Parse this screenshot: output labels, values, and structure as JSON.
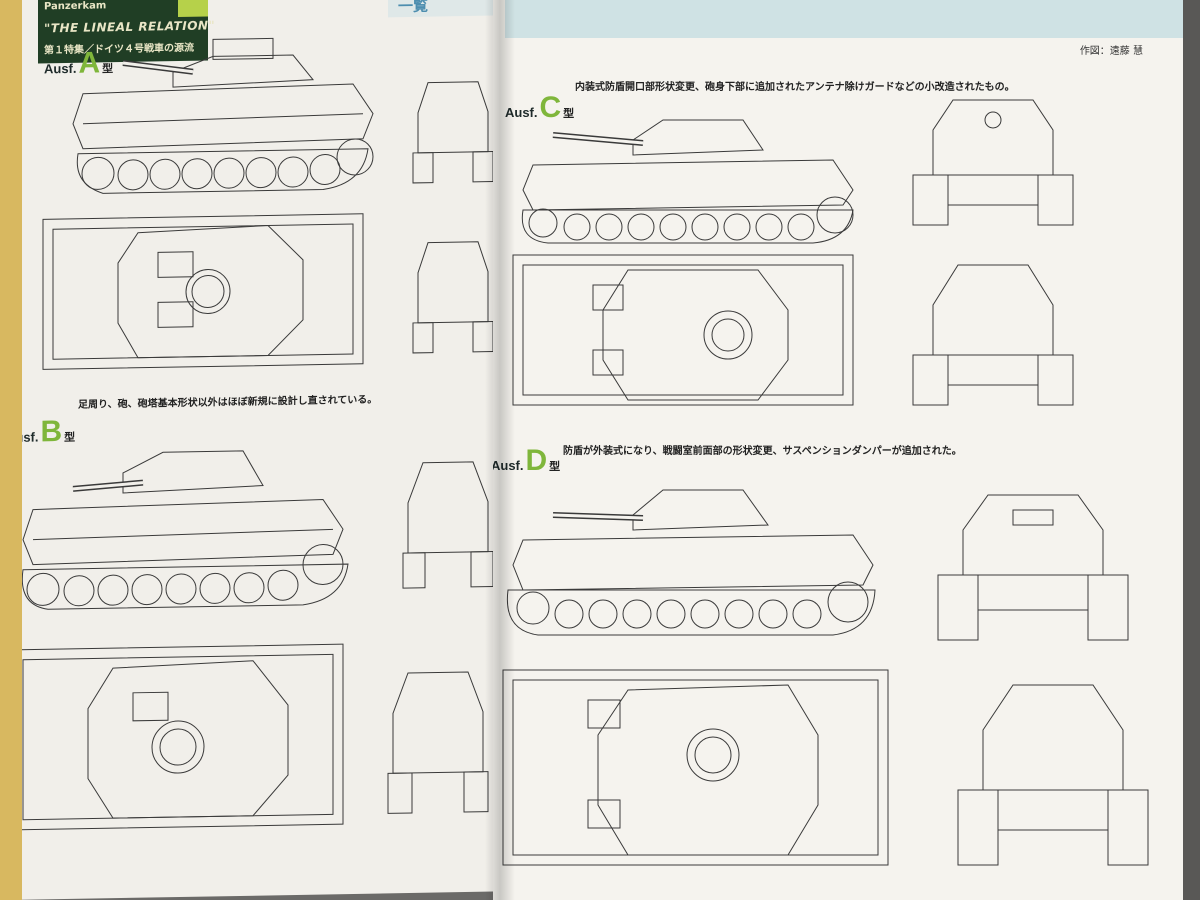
{
  "header": {
    "series_label": "Panzerkam",
    "subtitle": "\"THE LINEAL RELATION\"",
    "chapter": "第１特集／ドイツ４号戦車の源流",
    "title_fragment": "一覧"
  },
  "credit": "作図：遠藤 慧",
  "variants": [
    {
      "prefix": "Ausf.",
      "letter": "A",
      "suffix": "型",
      "description": ""
    },
    {
      "prefix": "Ausf.",
      "letter": "B",
      "suffix": "型",
      "description": "足周り、砲、砲塔基本形状以外はほぼ新規に設計し直されている。"
    },
    {
      "prefix": "Ausf.",
      "letter": "C",
      "suffix": "型",
      "description": "内装式防盾開口部形状変更、砲身下部に追加されたアンテナ除けガードなどの小改造されたもの。"
    },
    {
      "prefix": "Ausf.",
      "letter": "D",
      "suffix": "型",
      "description": "防盾が外装式になり、戦闘室前面部の形状変更、サスペンションダンパーが追加された。"
    }
  ],
  "colors": {
    "accent_green": "#7fb63b",
    "header_green": "#203e25",
    "banner_blue": "#cfe2e4"
  },
  "icons": [
    "tank-side-view",
    "tank-top-view",
    "tank-front-view",
    "tank-rear-view"
  ]
}
